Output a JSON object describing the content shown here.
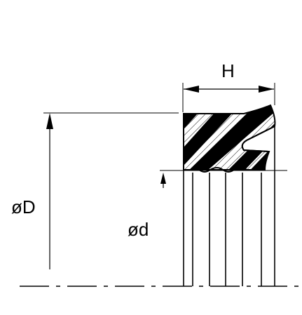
{
  "dimensions": {
    "outer_diameter_label": "øD",
    "inner_diameter_label": "ød",
    "height_label": "H"
  }
}
